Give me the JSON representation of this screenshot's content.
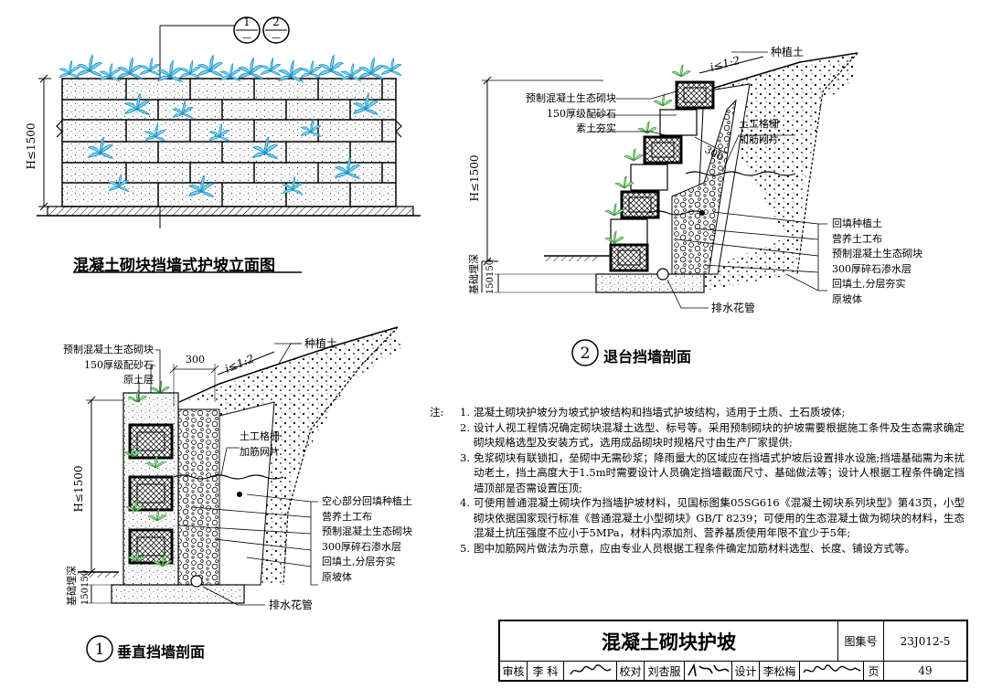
{
  "elevation": {
    "title": "混凝土砌块挡墙式护坡立面图",
    "height_label": "H≤1500",
    "section_markers": [
      {
        "num": "1",
        "sub": "—"
      },
      {
        "num": "2",
        "sub": "—"
      }
    ]
  },
  "section1": {
    "number": "1",
    "title": "垂直挡墙剖面",
    "slope": "i≤1:2",
    "dim_300": "300",
    "height_label": "H≤1500",
    "base_label": "基础埋深",
    "base_dims": "150150",
    "top_labels": [
      "预制混凝土生态砌块",
      "150厚级配砂石",
      "原土层"
    ],
    "planting_soil": "种植土",
    "geogrid_labels": [
      "土工格栅",
      "加筋网片"
    ],
    "right_labels": [
      "空心部分回填种植土",
      "营养土工布",
      "预制混凝土生态砌块",
      "300厚碎石渗水层",
      "回填土,分层夯实",
      "原坡体"
    ],
    "drain_pipe": "排水花管"
  },
  "section2": {
    "number": "2",
    "title": "退台挡墙剖面",
    "slope": "i≤1:2",
    "planting_soil": "种植土",
    "left_labels": [
      "预制混凝土生态砌块",
      "150厚级配砂石",
      "素土夯实"
    ],
    "geogrid_labels": [
      "土工格栅",
      "加筋网片"
    ],
    "dim_300": "300",
    "height_label": "H≤1500",
    "base_label": "基础埋深",
    "base_dims": "150150",
    "right_labels": [
      "回填种植土",
      "营养土工布",
      "预制混凝土生态砌块",
      "300厚碎石渗水层",
      "回填土,分层夯实",
      "原坡体"
    ],
    "drain_pipe": "排水花管"
  },
  "notes": {
    "header": "注:",
    "items": [
      {
        "num": "1.",
        "text": "混凝土砌块护坡分为坡式护坡结构和挡墙式护坡结构，适用于土质、土石质坡体;"
      },
      {
        "num": "2.",
        "text": "设计人视工程情况确定砌块混凝土选型、标号等。采用预制砌块的护坡需要根据施工条件及生态需求确定砌块规格选型及安装方式，选用成品砌块时规格尺寸由生产厂家提供;"
      },
      {
        "num": "3.",
        "text": "免浆砌块有联锁扣，垒砌中无需砂浆；降雨量大的区域应在挡墙式护坡后设置排水设施;挡墙基础需为未扰动老土，挡土高度大于1.5m时需要设计人员确定挡墙截面尺寸、基础做法等；设计人根据工程条件确定挡墙顶部是否需设置压顶;"
      },
      {
        "num": "4.",
        "text": "可使用普通混凝土砌块作为挡墙护坡材料，见国标图集05SG616《混凝土砌块系列块型》第43页，小型砌块依据国家现行标准《普通混凝土小型砌块》GB/T 8239；可使用的生态混凝土做为砌块的材料，生态混凝土抗压强度不应小于5MPa，材料内添加剂、营养基质使用年限不宜少于5年;"
      },
      {
        "num": "5.",
        "text": "图中加筋网片做法为示意，应由专业人员根据工程条件确定加筋材料选型、长度、铺设方式等。"
      }
    ]
  },
  "title_block": {
    "title": "混凝土砌块护坡",
    "atlas_label": "图集号",
    "atlas_no": "23J012-5",
    "review_label": "审核",
    "reviewer": "李 科",
    "reviewer_sig": "李科",
    "check_label": "校对",
    "checker": "刘杏服",
    "checker_sig": "刘杏服",
    "design_label": "设计",
    "designer": "李松梅",
    "designer_sig": "李松梅",
    "page_label": "页",
    "page_no": "49"
  }
}
